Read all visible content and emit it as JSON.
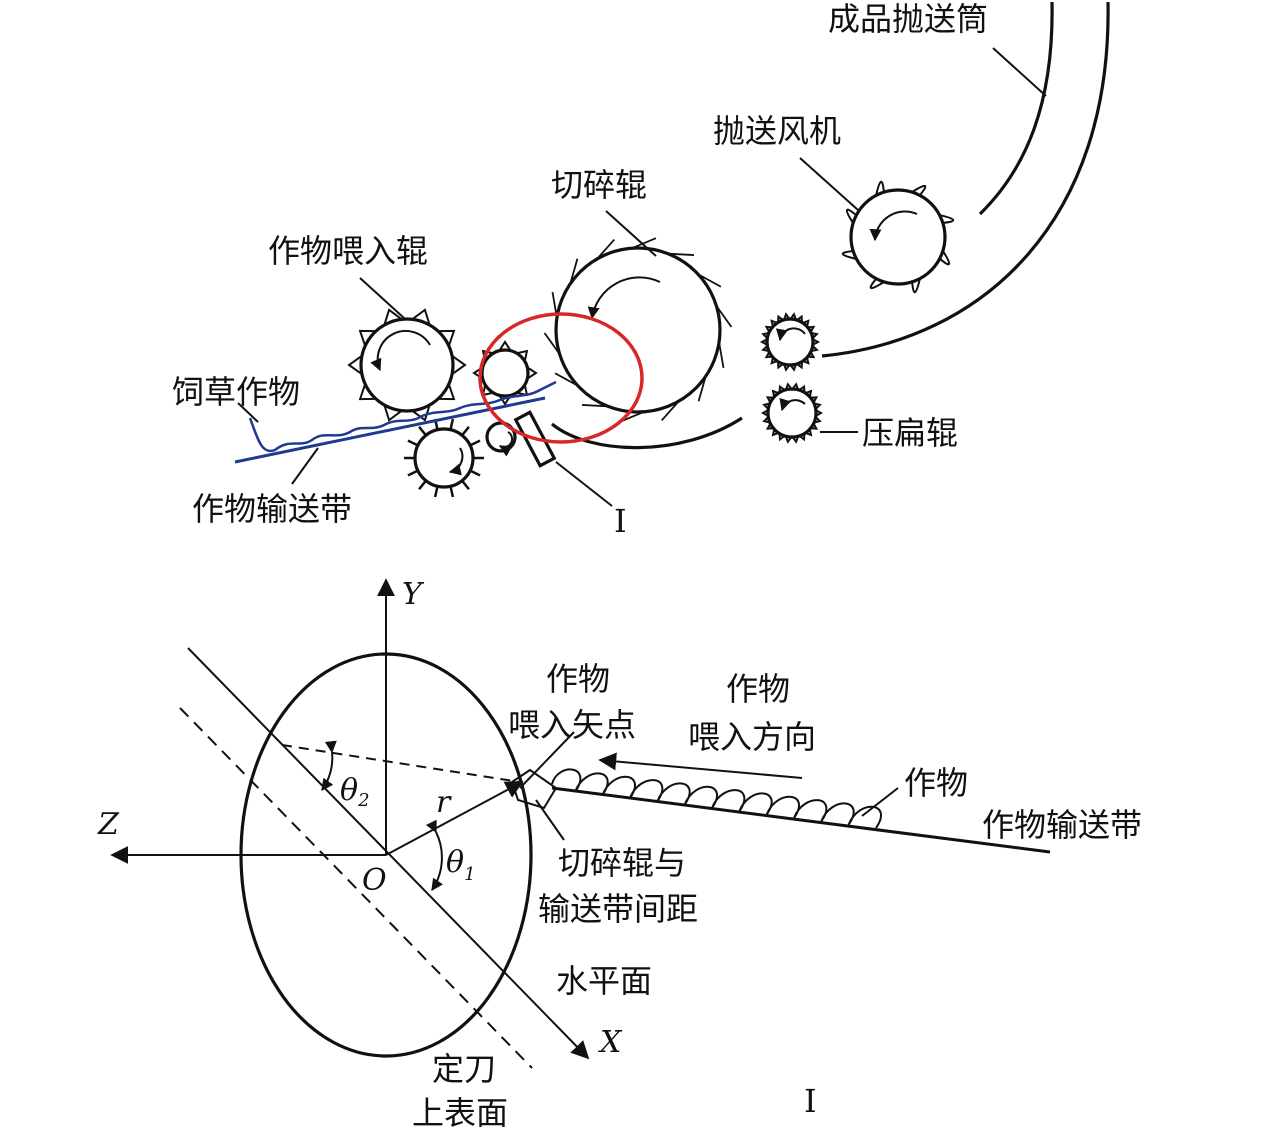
{
  "top": {
    "labels": {
      "discharge_tube": "成品抛送筒",
      "fan": "抛送风机",
      "chopper_roll": "切碎辊",
      "feed_roll": "作物喂入辊",
      "forage": "饲草作物",
      "conveyor": "作物输送带",
      "flatten_roll": "压扁辊",
      "detail_marker": "I"
    },
    "colors": {
      "conveyor": "#1f3a93",
      "highlight": "#d62828"
    }
  },
  "bottom": {
    "labels": {
      "axis_y": "Y",
      "axis_z": "Z",
      "axis_x": "X",
      "origin": "O",
      "radius": "r",
      "theta": "θ",
      "theta2_sub": "2",
      "theta1_sub": "1",
      "feed_point_1": "作物",
      "feed_point_2": "喂入矢点",
      "feed_dir_1": "作物",
      "feed_dir_2": "喂入方向",
      "crop": "作物",
      "conveyor": "作物输送带",
      "gap_1": "切碎辊与",
      "gap_2": "输送带间距",
      "horizontal": "水平面",
      "knife_1": "定刀",
      "knife_2": "上表面",
      "detail_marker": "I"
    }
  }
}
